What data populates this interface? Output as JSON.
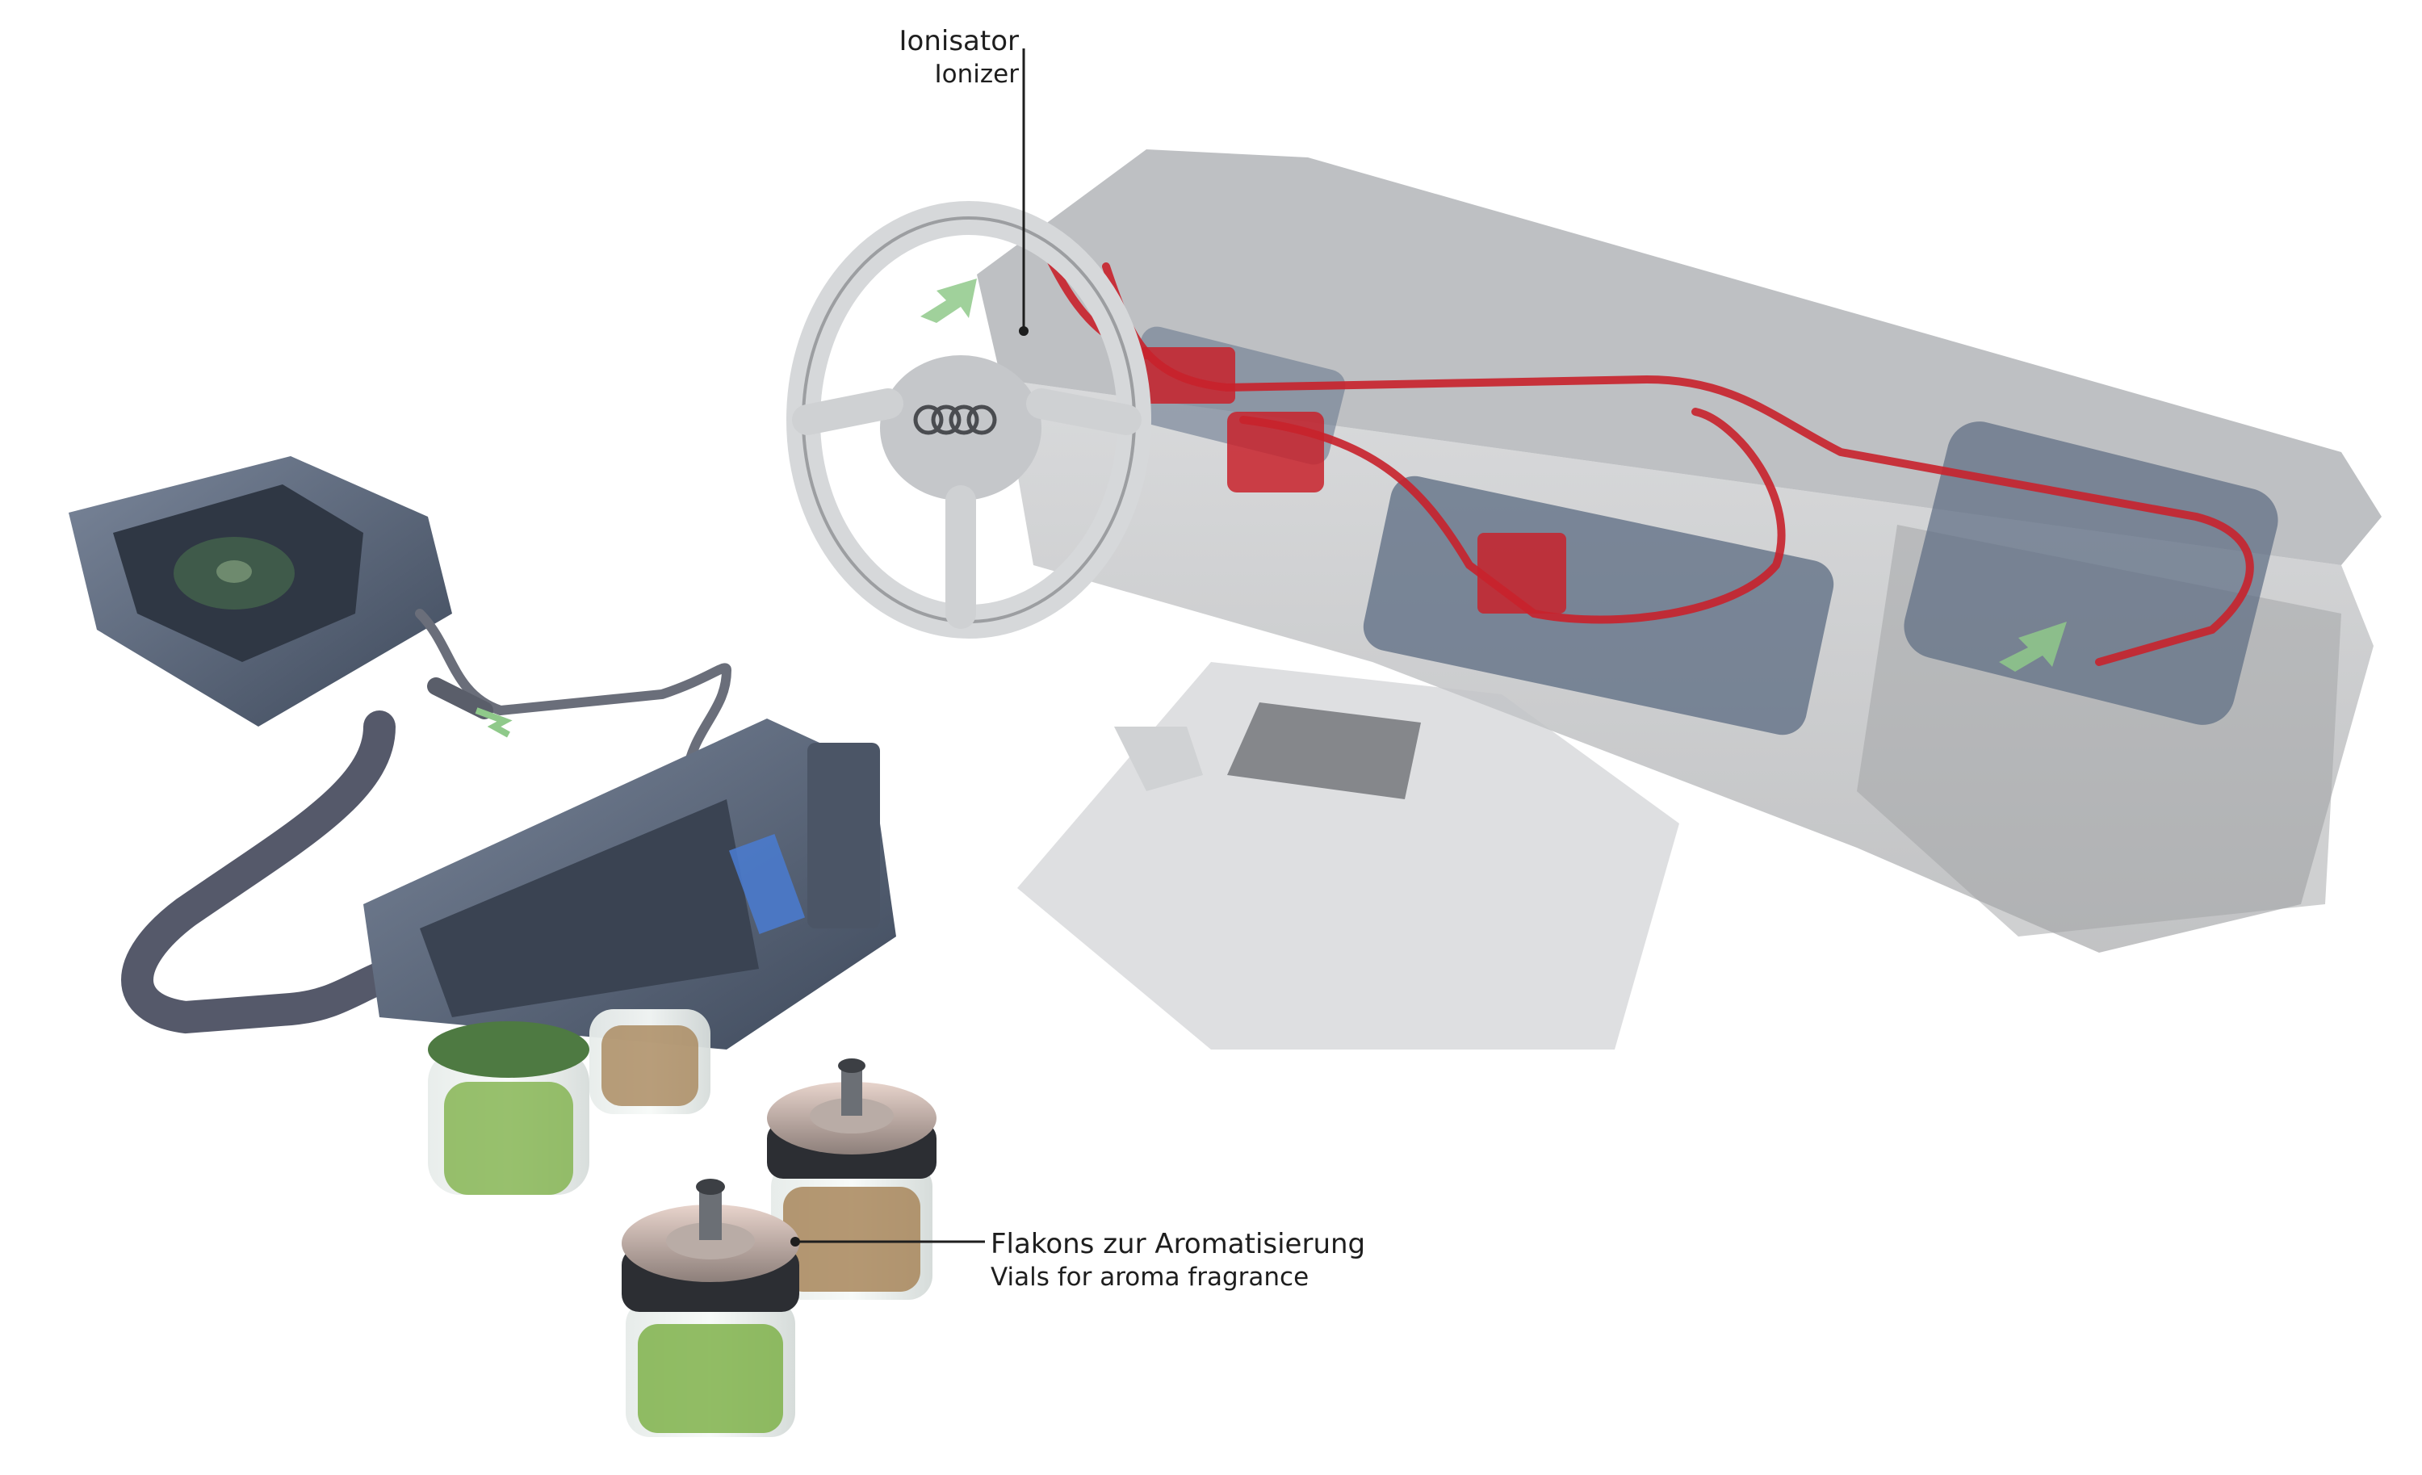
{
  "callouts": {
    "ionizer": {
      "label_de": "Ionisator",
      "label_en": "Ionizer"
    },
    "vials": {
      "label_de": "Flakons zur Aromatisierung",
      "label_en": "Vials for aroma fragrance"
    }
  },
  "colors": {
    "background": "#ffffff",
    "dashboard_gray": "#a9abae",
    "module_blue_gray": "#5b6b82",
    "tubing_red": "#c8222c",
    "fragrance_green": "#7fb24a",
    "fragrance_brown": "#a8865a",
    "leader_line": "#1e1e1e"
  }
}
